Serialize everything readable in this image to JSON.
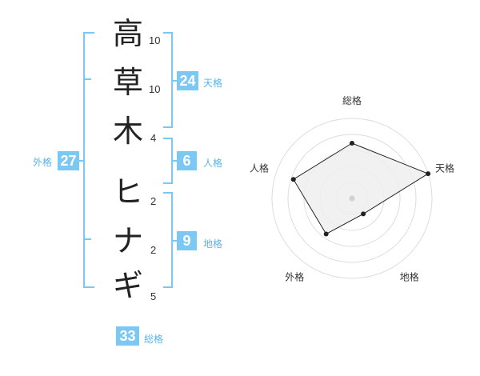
{
  "characters": [
    {
      "char": "高",
      "strokes": "10"
    },
    {
      "char": "草",
      "strokes": "10"
    },
    {
      "char": "木",
      "strokes": "4"
    },
    {
      "char": "ヒ",
      "strokes": "2"
    },
    {
      "char": "ナ",
      "strokes": "2"
    },
    {
      "char": "ギ",
      "strokes": "5"
    }
  ],
  "kaku": {
    "tenkaku": {
      "label": "天格",
      "value": "24"
    },
    "jinkaku": {
      "label": "人格",
      "value": "6"
    },
    "chikaku": {
      "label": "地格",
      "value": "9"
    },
    "gaikaku": {
      "label": "外格",
      "value": "27"
    },
    "soukaku": {
      "label": "総格",
      "value": "33"
    }
  },
  "colors": {
    "accent": "#7cc8f4",
    "accent_text": "#5ab4ea",
    "radar_fill": "#efefef",
    "radar_ring": "#dddddd"
  },
  "chart_data": {
    "type": "radar",
    "axes": [
      "総格",
      "天格",
      "地格",
      "外格",
      "人格"
    ],
    "values": [
      0.69,
      1.0,
      0.24,
      0.55,
      0.77
    ],
    "range": [
      0,
      1
    ],
    "grid": true
  }
}
